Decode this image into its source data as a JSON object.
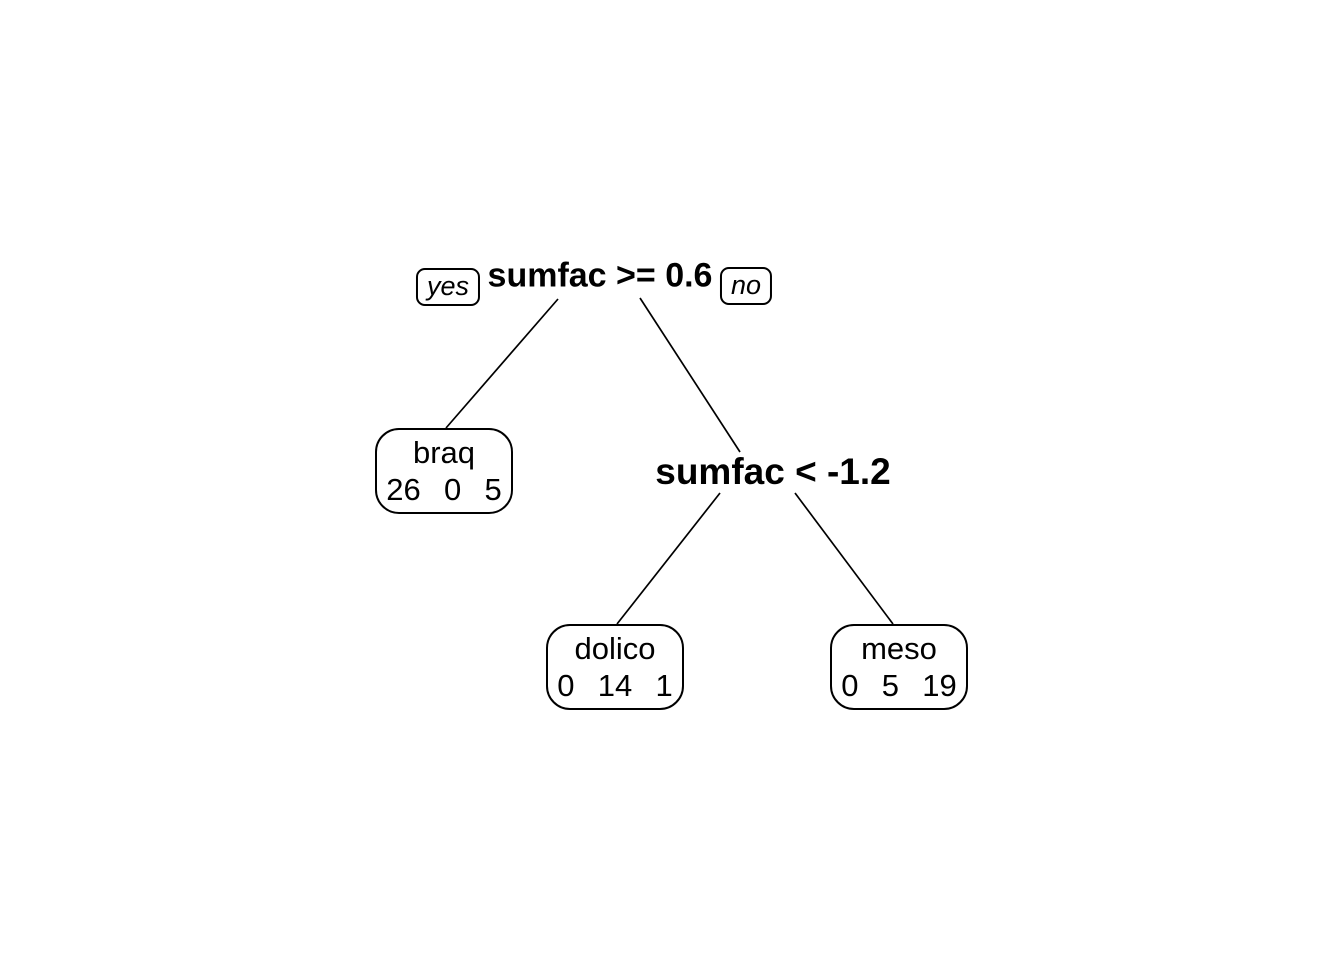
{
  "figure": {
    "type": "decision-tree-plot",
    "background_color": "#ffffff",
    "line_color": "#000000",
    "text_color": "#000000",
    "root_split": {
      "condition": "sumfac >= 0.6",
      "yes_label": "yes",
      "no_label": "no"
    },
    "second_split": {
      "condition": "sumfac < -1.2"
    },
    "leaves": [
      {
        "label": "braq",
        "counts_text": "26  0  5"
      },
      {
        "label": "dolico",
        "counts_text": "0  14  1"
      },
      {
        "label": "meso",
        "counts_text": "0  5  19"
      }
    ]
  },
  "tree_data": {
    "root": {
      "split": "sumfac >= 0.6",
      "yes_branch": {
        "leaf": "braq",
        "class_counts": [
          26,
          0,
          5
        ]
      },
      "no_branch": {
        "split": "sumfac < -1.2",
        "yes_branch": {
          "leaf": "dolico",
          "class_counts": [
            0,
            14,
            1
          ]
        },
        "no_branch": {
          "leaf": "meso",
          "class_counts": [
            0,
            5,
            19
          ]
        }
      }
    }
  }
}
